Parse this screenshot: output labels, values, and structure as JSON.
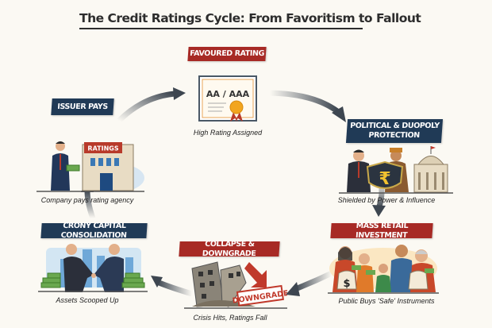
{
  "title": "The Credit Ratings Cycle: From Favoritism to Fallout",
  "stages": {
    "favoured": {
      "label": "FAVOURED RATING",
      "caption": "High Rating Assigned",
      "certificate_text": "AA / AAA"
    },
    "political": {
      "label_line1": "POLITICAL & DUOPOLY",
      "label_line2": "PROTECTION",
      "caption": "Shielded by Power & Influence",
      "symbol": "₹"
    },
    "retail": {
      "label": "MASS RETAIL INVESTMENT",
      "caption": "Public Buys 'Safe' Instruments",
      "symbol": "$"
    },
    "collapse": {
      "label": "COLLAPSE & DOWNGRADE",
      "caption": "Crisis Hits, Ratings Fall",
      "stamp": "DOWNGRADE"
    },
    "crony": {
      "label": "CRONY CAPITAL CONSOLIDATION",
      "caption": "Assets Scooped Up"
    },
    "issuer": {
      "label": "ISSUER PAYS",
      "caption": "Company pays rating agency",
      "sign": "RATINGS"
    }
  },
  "colors": {
    "navy": "#203a56",
    "red": "#a72a25",
    "arrow": "#3d4650",
    "background": "#fbf9f3"
  }
}
